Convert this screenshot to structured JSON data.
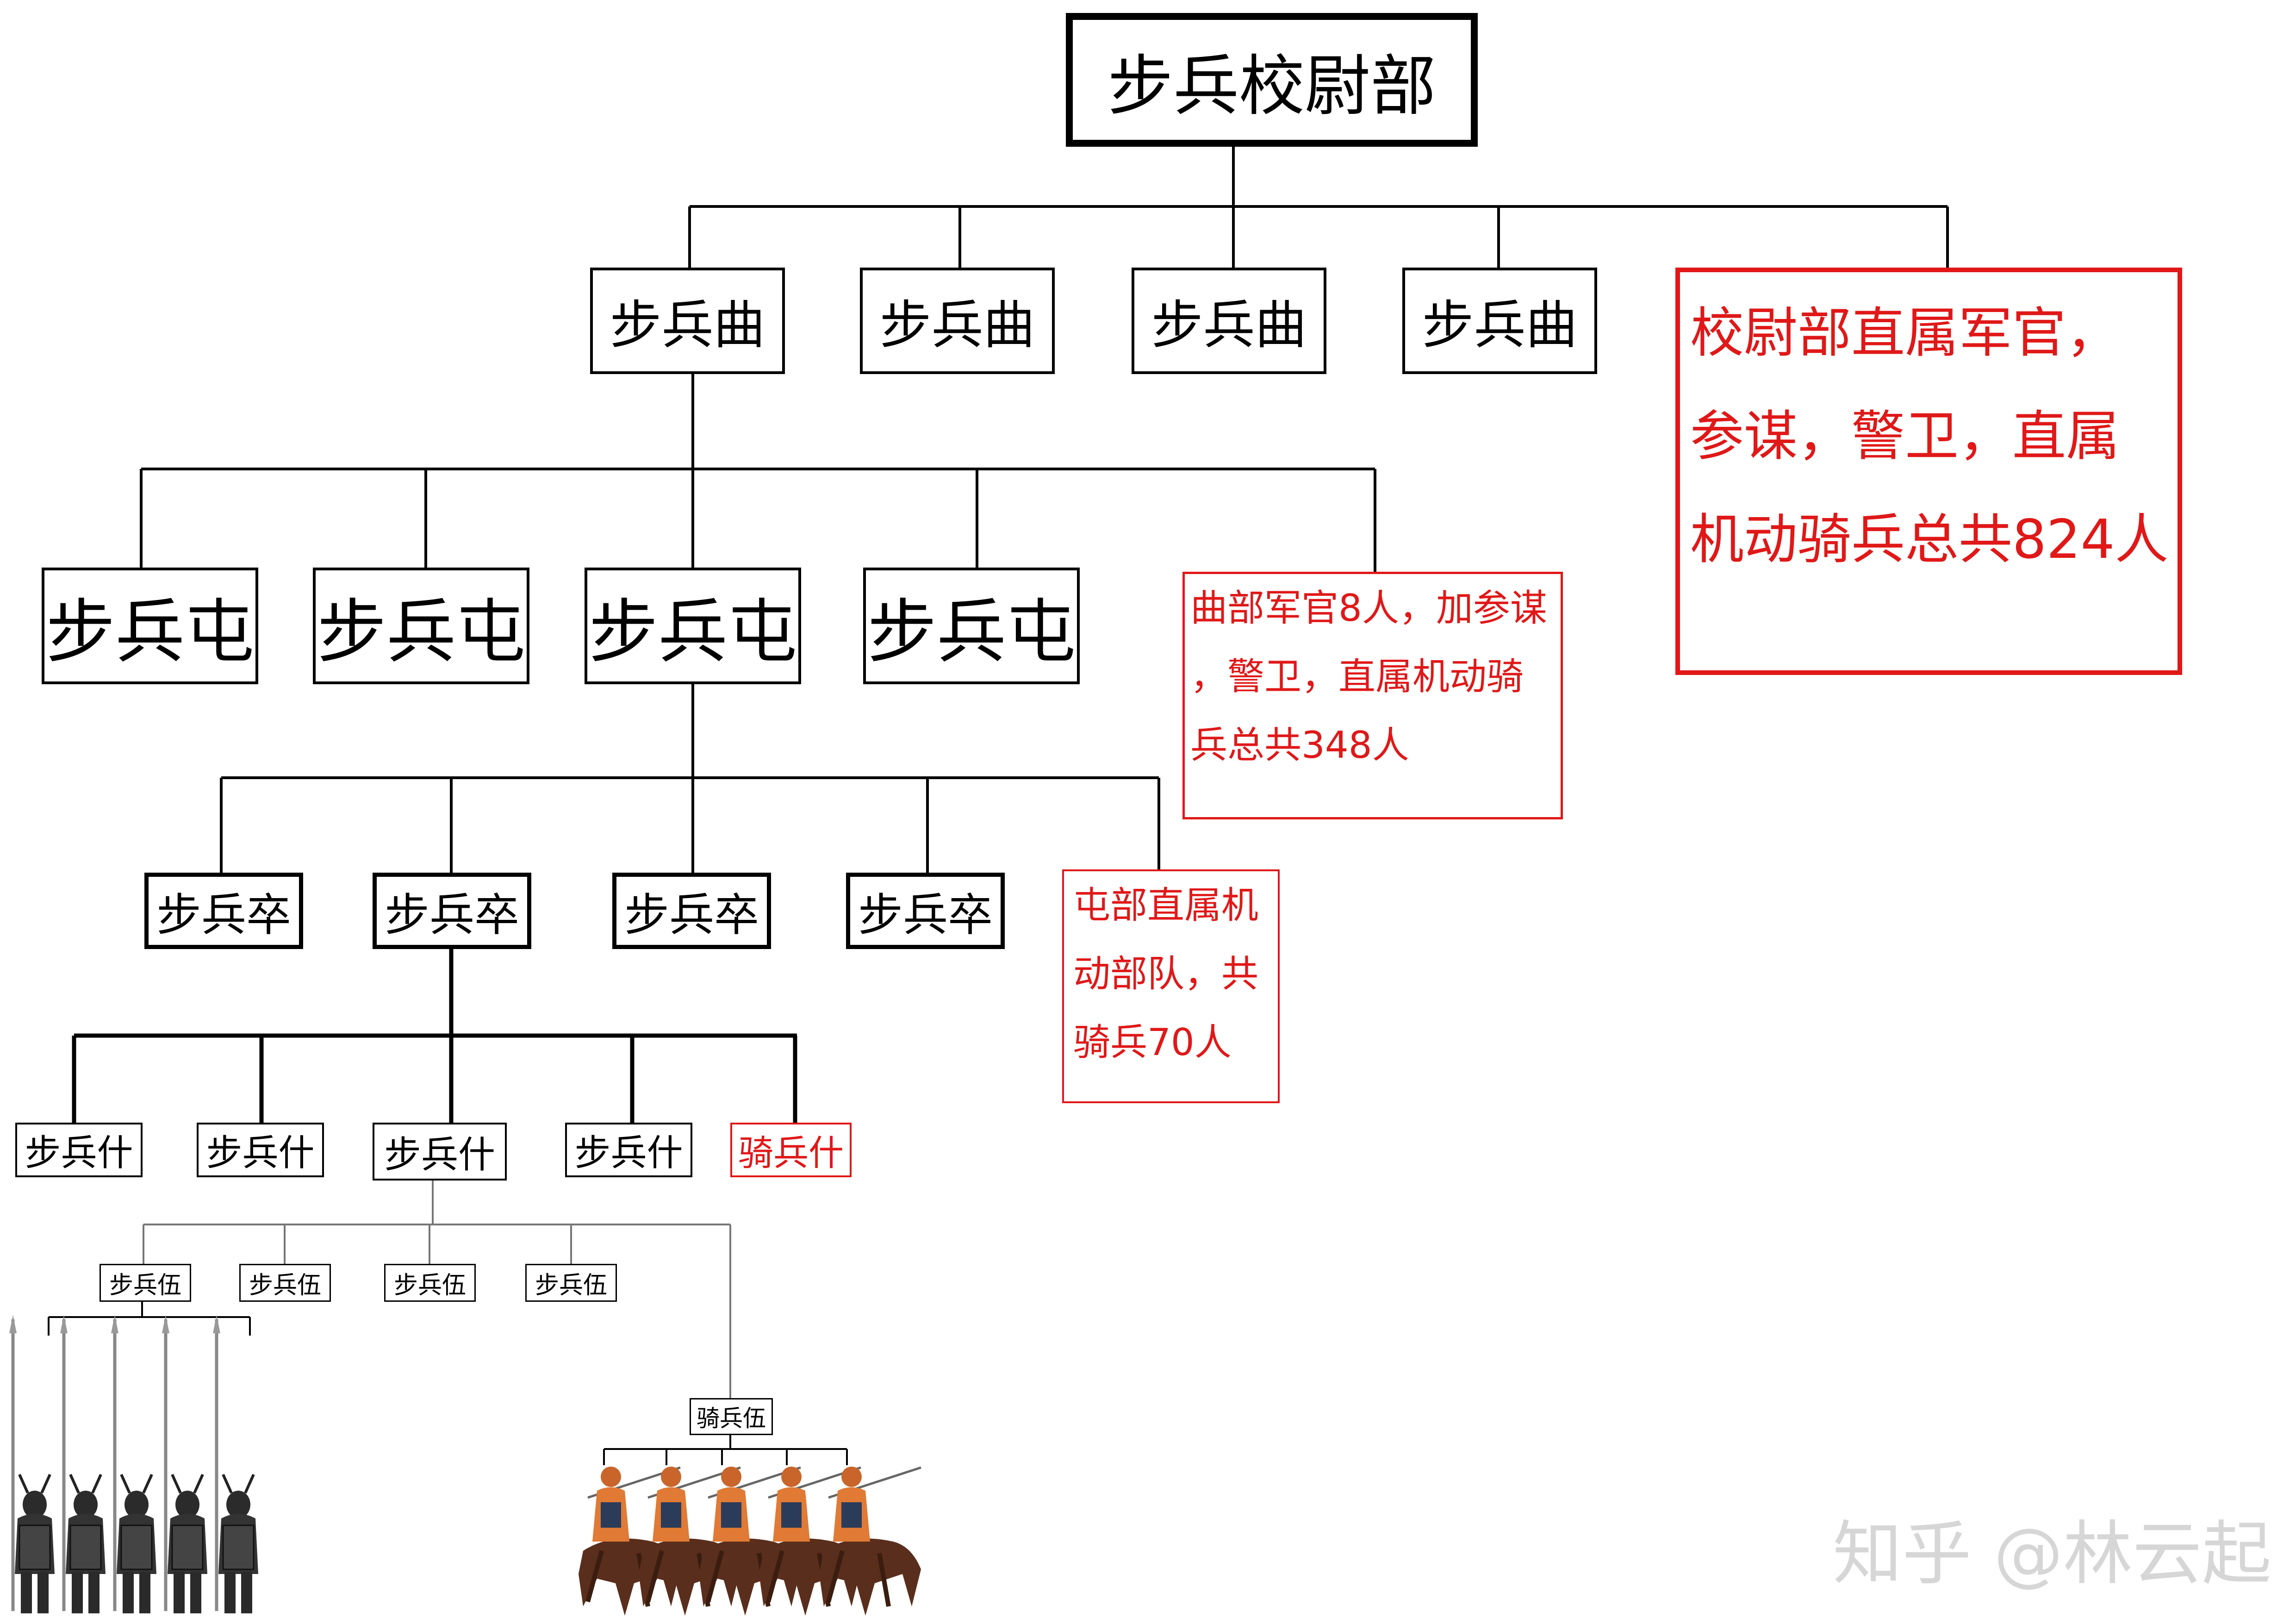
{
  "colors": {
    "line": "#000000",
    "accent_red": "#e01818",
    "watermark": "#d6d6d6"
  },
  "root": {
    "label": "步兵校尉部"
  },
  "qu": {
    "label": "步兵曲"
  },
  "xiaowei_note": {
    "lines": [
      "校尉部直属军官，",
      "参谋，警卫，直属",
      "机动骑兵总共824人"
    ]
  },
  "tun": {
    "label": "步兵屯"
  },
  "qu_note": {
    "lines": [
      "曲部军官8人，加参谋",
      "，警卫，直属机动骑",
      "兵总共348人"
    ]
  },
  "zu": {
    "label": "步兵卒"
  },
  "tun_note": {
    "lines": [
      "屯部直属机",
      "动部队，共",
      "骑兵70人"
    ]
  },
  "shi": {
    "label": "步兵什",
    "cavalry_label": "骑兵什"
  },
  "wu": {
    "label": "步兵伍",
    "cavalry_label": "骑兵伍"
  },
  "soldiers": {
    "infantry_icon": "spear-infantry-icon",
    "cavalry_icon": "cavalry-rider-icon",
    "infantry_count": 5,
    "cavalry_count": 5
  },
  "watermark": {
    "text": "知乎 @林云起"
  }
}
